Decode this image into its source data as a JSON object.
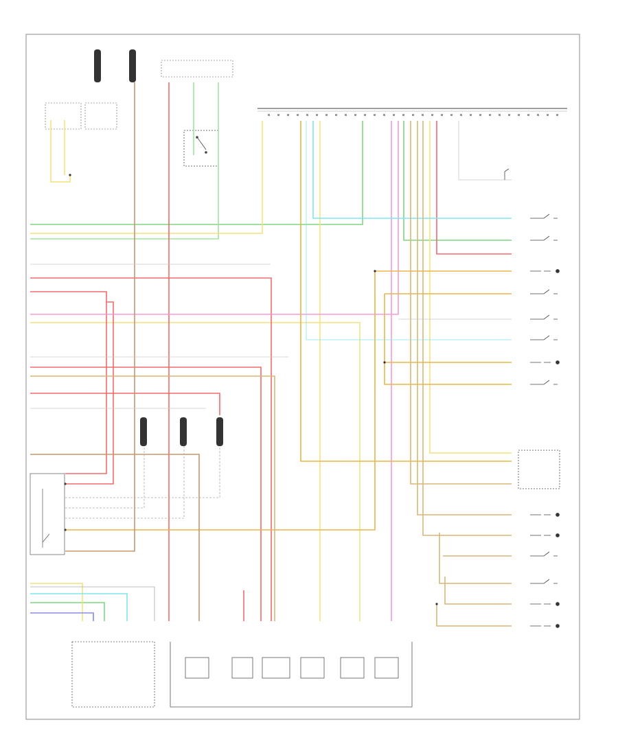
{
  "diagram": {
    "footer_code": "",
    "page_label": "",
    "header_labels": [
      "",
      ""
    ],
    "bottom_components": [
      {
        "id": "trans-range-sensor",
        "label": ""
      },
      {
        "id": "shift-solenoid-a",
        "label": ""
      },
      {
        "id": "ep-solenoid",
        "label": ""
      },
      {
        "id": "shift-solenoid-b",
        "label": ""
      },
      {
        "id": "tcc-solenoid",
        "label": ""
      },
      {
        "id": "shift-solenoid-c",
        "label": ""
      }
    ],
    "right_components": [
      {
        "id": "sw-1"
      },
      {
        "id": "sw-2"
      },
      {
        "id": "sw-3"
      },
      {
        "id": "sw-4"
      },
      {
        "id": "sw-5"
      },
      {
        "id": "sw-6"
      },
      {
        "id": "sw-7"
      },
      {
        "id": "sw-8"
      },
      {
        "id": "sw-9"
      },
      {
        "id": "sw-10"
      },
      {
        "id": "sw-11"
      },
      {
        "id": "sw-12"
      },
      {
        "id": "sw-13"
      },
      {
        "id": "sw-14"
      },
      {
        "id": "sw-15"
      }
    ],
    "wire_colors": {
      "green": "#7fd67f",
      "yellow": "#f3e27a",
      "red": "#f26b6b",
      "orange": "#e8b54a",
      "tan": "#d9b676",
      "pink": "#f59ad9",
      "cyan": "#7fe6ef",
      "light_green": "#9fe39f",
      "brown": "#c8966a",
      "blue": "#8a8ae6",
      "gray": "#b8b8b8",
      "black": "#333333"
    }
  }
}
